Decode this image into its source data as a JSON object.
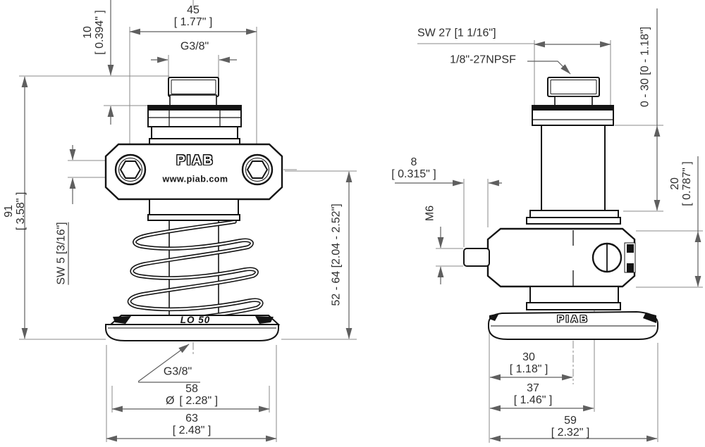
{
  "drawing": {
    "left_view": {
      "dim45_mm": "45",
      "dim45_in": "[ 1.77\" ]",
      "g38_top": "G3/8\"",
      "dim10_mm": "10",
      "dim10_in": "[ 0.394\" ]",
      "dim91_mm": "91",
      "dim91_in": "[ 3.58\" ]",
      "sw5": "SW 5 [3/16\"]",
      "dim52_64": "52 - 64 [2.04 - 2.52\"]",
      "logo": "PIAB",
      "url": "www.piab.com",
      "cup_model": "LO 50",
      "g38_bottom": "G3/8\"",
      "dim58_mm": "58",
      "dim58_dia": "Ø",
      "dim58_in": "[ 2.28\" ]",
      "dim63_mm": "63",
      "dim63_in": "[ 2.48\" ]"
    },
    "right_view": {
      "sw27": "SW 27 [1 1/16\"]",
      "npsf": "1/8\"-27NPSF",
      "dim0_30": "0 - 30 [0 - 1.18\"]",
      "dim20_mm": "20",
      "dim20_in": "[ 0.787\" ]",
      "dim8_mm": "8",
      "dim8_in": "[ 0.315\" ]",
      "m6": "M6",
      "cup_logo": "PIAB",
      "dim30_mm": "30",
      "dim30_in": "[ 1.18\" ]",
      "dim37_mm": "37",
      "dim37_in": "[ 1.46\" ]",
      "dim59_mm": "59",
      "dim59_in": "[ 2.32\" ]"
    },
    "colors": {
      "outline": "#141414",
      "dimension": "#5f5f5f",
      "extension": "#8a8a8a",
      "text": "#2e2e2e"
    }
  }
}
